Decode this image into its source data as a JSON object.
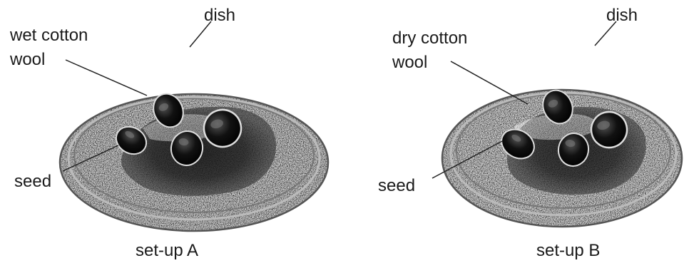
{
  "setup_a": {
    "label_dish": "dish",
    "label_cotton_line1": "wet cotton",
    "label_cotton_line2": "wool",
    "label_seed": "seed",
    "caption": "set-up A"
  },
  "setup_b": {
    "label_dish": "dish",
    "label_cotton_line1": "dry cotton",
    "label_cotton_line2": "wool",
    "label_seed": "seed",
    "caption": "set-up B"
  }
}
